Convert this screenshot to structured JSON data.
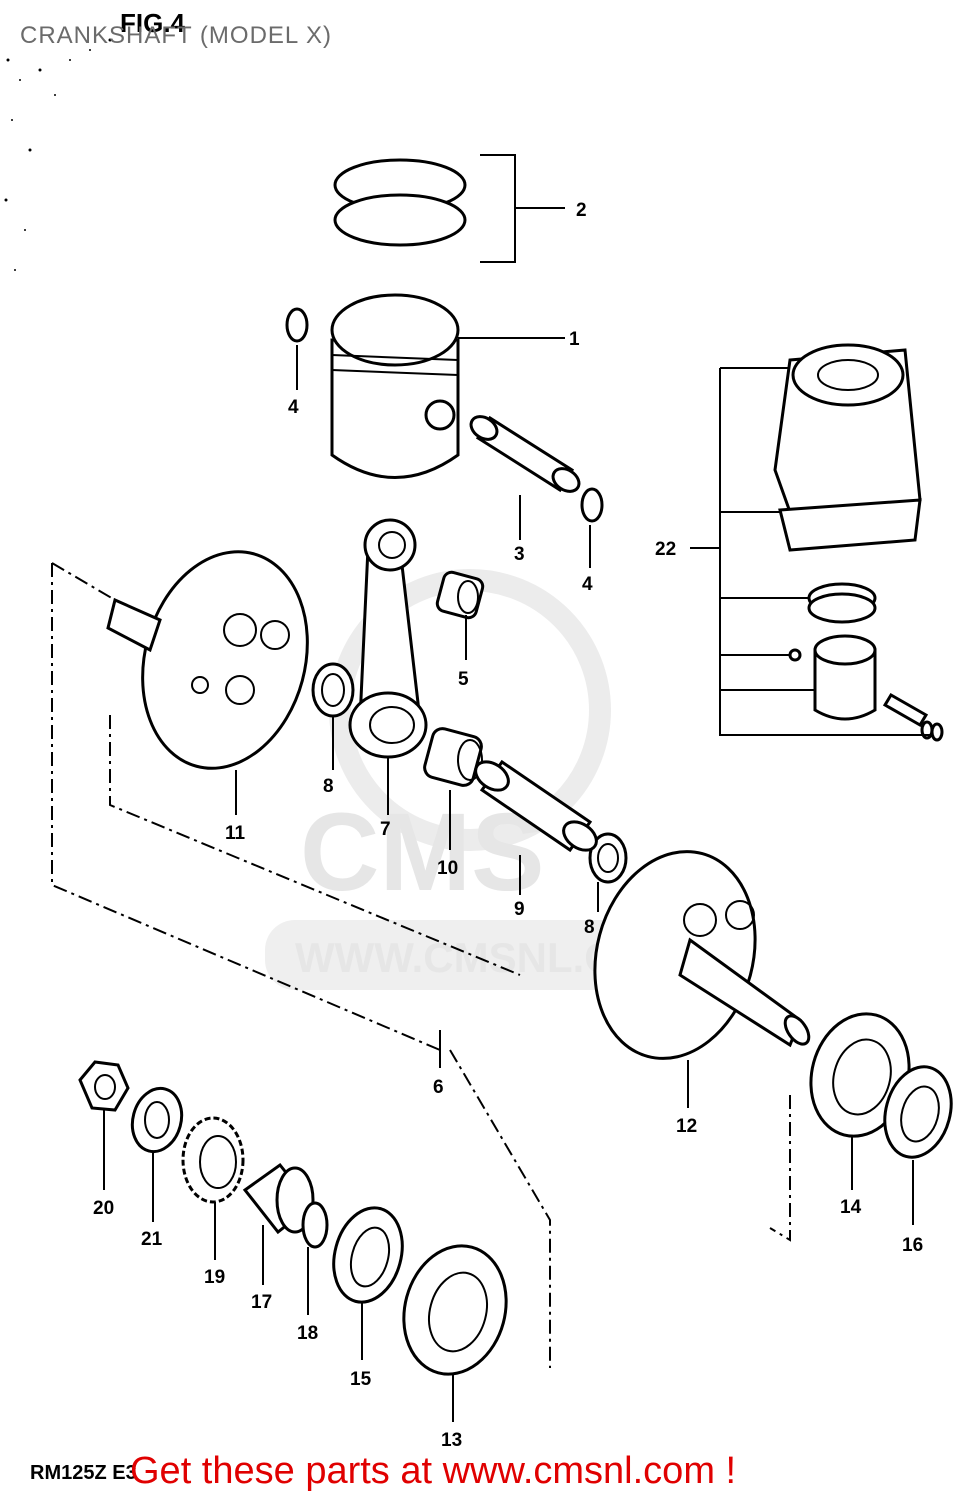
{
  "diagram": {
    "fig_label": "FIG.4",
    "title": "CRANKSHAFT (MODEL X)",
    "model_code": "RM125Z E3",
    "footer": "Get these parts at www.cmsnl.com !",
    "watermark": "WWW.CMSNL.COM",
    "callouts": [
      "1",
      "2",
      "3",
      "4",
      "4",
      "5",
      "6",
      "7",
      "8",
      "8",
      "9",
      "10",
      "11",
      "12",
      "13",
      "14",
      "15",
      "16",
      "17",
      "18",
      "19",
      "20",
      "21",
      "22"
    ]
  },
  "colors": {
    "footer": "#e00000",
    "title": "#6b6b6b",
    "watermark": "#e6e6e6"
  }
}
